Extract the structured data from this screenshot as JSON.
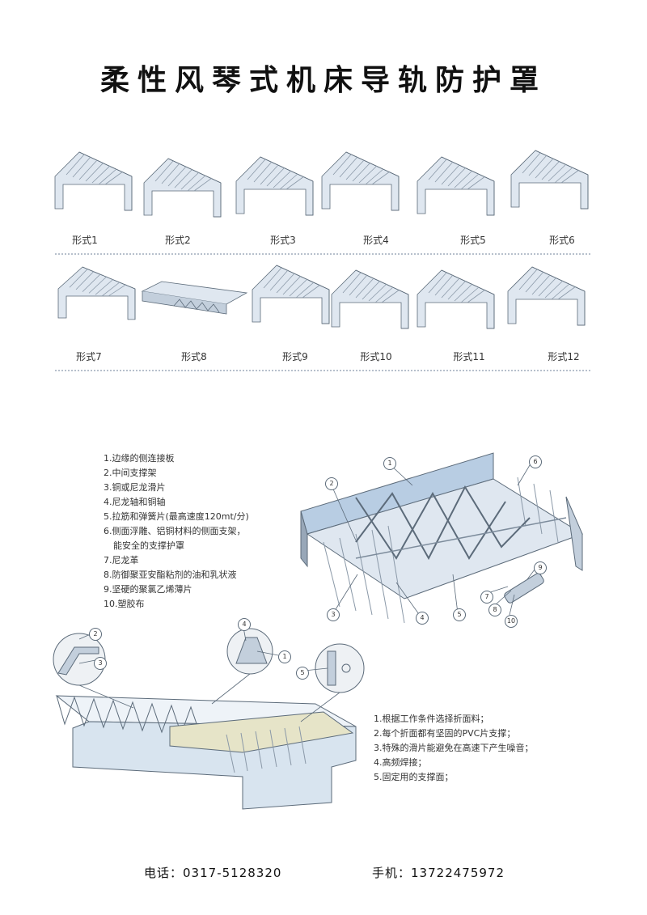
{
  "title": "柔性风琴式机床导轨防护罩",
  "forms": [
    "形式1",
    "形式2",
    "形式3",
    "形式4",
    "形式5",
    "形式6",
    "形式7",
    "形式8",
    "形式9",
    "形式10",
    "形式11",
    "形式12"
  ],
  "parts_legend": [
    "1.边缘的侧连接板",
    "2.中间支撑架",
    "3.铜或尼龙滑片",
    "4.尼龙轴和铜轴",
    "5.拉筋和弹簧片(最高速度120mt/分)",
    "6.侧面浮雕、铝铜材料的侧面支架，",
    "能安全的支撑护罩",
    "7.尼龙革",
    "8.防御聚亚安酯粘剂的油和乳状液",
    "9.坚硬的聚氯乙烯薄片",
    "10.塑胶布"
  ],
  "features": [
    "1.根据工作条件选择折面料；",
    "2.每个折面都有坚固的PVC片支撑；",
    "3.特殊的滑片能避免在高速下产生噪音；",
    "4.高频焊接；",
    "5.固定用的支撑面；"
  ],
  "callouts": [
    "1",
    "2",
    "3",
    "4",
    "5",
    "6",
    "7",
    "8",
    "9",
    "10"
  ],
  "contact": {
    "phone_label": "电话：",
    "phone": "0317-5128320",
    "mobile_label": "手机：",
    "mobile": "13722475972"
  },
  "colors": {
    "fold_light": "#dfe7f0",
    "fold_mid": "#c3cfdc",
    "fold_dark": "#98a7b8",
    "cover_blue": "#b8cde3",
    "outline": "#5c6b7a"
  }
}
